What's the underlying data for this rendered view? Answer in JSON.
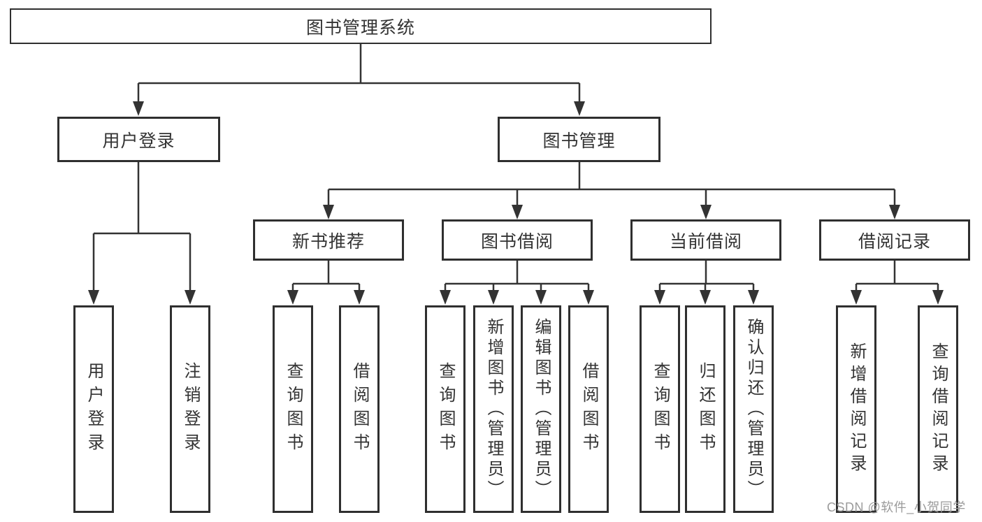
{
  "tree": {
    "label": "图书管理系统",
    "children": [
      {
        "label": "用户登录",
        "children": [
          {
            "label": "用户登录"
          },
          {
            "label": "注销登录"
          }
        ]
      },
      {
        "label": "图书管理",
        "children": [
          {
            "label": "新书推荐",
            "children": [
              {
                "label": "查询图书"
              },
              {
                "label": "借阅图书"
              }
            ]
          },
          {
            "label": "图书借阅",
            "children": [
              {
                "label": "查询图书"
              },
              {
                "label": "新增图书（管理员）"
              },
              {
                "label": "编辑图书（管理员）"
              },
              {
                "label": "借阅图书"
              }
            ]
          },
          {
            "label": "当前借阅",
            "children": [
              {
                "label": "查询图书"
              },
              {
                "label": "归还图书"
              },
              {
                "label": "确认归还（管理员）"
              }
            ]
          },
          {
            "label": "借阅记录",
            "children": [
              {
                "label": "新增借阅记录"
              },
              {
                "label": "查询借阅记录"
              }
            ]
          }
        ]
      }
    ]
  },
  "watermark": {
    "text": "CSDN @软件_小贺同学"
  },
  "colors": {
    "line": "#333333",
    "box_border": "#2f2f2f",
    "text": "#333333",
    "background": "#ffffff",
    "watermark": "#9b9b9b"
  }
}
